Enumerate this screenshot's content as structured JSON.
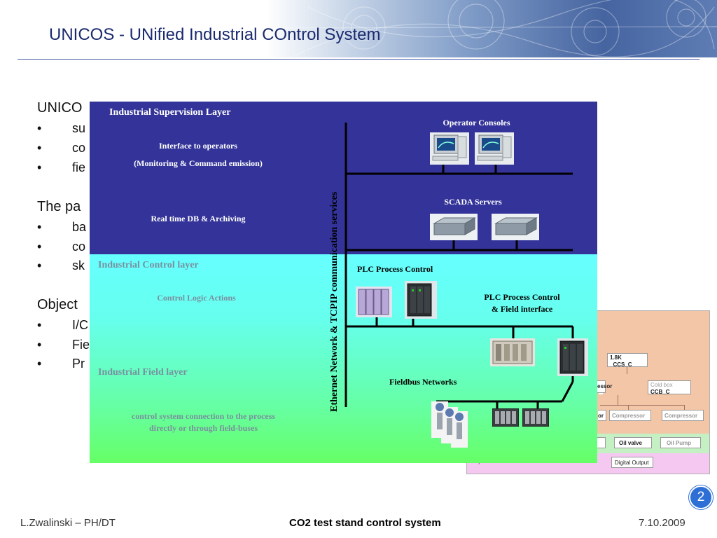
{
  "slide": {
    "title": "UNICOS - UNified Industrial COntrol System",
    "page_number": "2"
  },
  "background_text": {
    "line1": "UNICO",
    "bullets_a": [
      "su",
      "co",
      "fie"
    ],
    "line2": "The pa",
    "bullets_b": [
      "ba",
      "co",
      "sk"
    ],
    "line3": "Object",
    "bullets_c": [
      "I/C",
      "Fie",
      "Pr"
    ],
    "bullet_char": "•"
  },
  "bg_diagram": {
    "box_18k": "1.8K",
    "box_ccs": "CCS_C",
    "box_cold": "Cold box",
    "box_ccb": "CCB_C",
    "box_pressor": "pressor",
    "box_or": "or",
    "box_compressor1": "Compressor",
    "box_compressor2": "Compressor",
    "box_oil_valve": "Oil valve",
    "box_oil_pump": "Oil Pump",
    "box_digital_output": "Digital Output",
    "box_objects": "Objects",
    "colors": {
      "process": "#f2c6a6",
      "field": "#c4f0c4",
      "io": "#f5c8f2"
    }
  },
  "diagram": {
    "supervision_layer": "Industrial Supervision  Layer",
    "interface_operators": "Interface to operators",
    "monitoring": "(Monitoring & Command emission)",
    "realtime_db": "Real time DB & Archiving",
    "operator_consoles": "Operator Consoles",
    "scada_servers": "SCADA Servers",
    "network_label": "Ethernet Network  &  TCPIP communication services",
    "control_layer": "Industrial Control layer",
    "control_logic": "Control Logic Actions",
    "plc_process": "PLC Process Control",
    "plc_field_1": "PLC Process Control",
    "plc_field_2": "& Field interface",
    "field_layer": "Industrial Field layer",
    "fieldbus": "Fieldbus Networks",
    "connection_1": "control  system connection to the process",
    "connection_2": "directly or through field-buses",
    "colors": {
      "supervision": "#333399",
      "control_top": "#66ffff",
      "field_bottom": "#66ff66"
    },
    "icons": [
      "monitor-icon",
      "server-icon",
      "plc-rack-icon",
      "field-io-icon",
      "valve-actuator-icon"
    ]
  },
  "footer": {
    "author": "L.Zwalinski – PH/DT",
    "center": "CO2 test stand control system",
    "date": "7.10.2009"
  }
}
